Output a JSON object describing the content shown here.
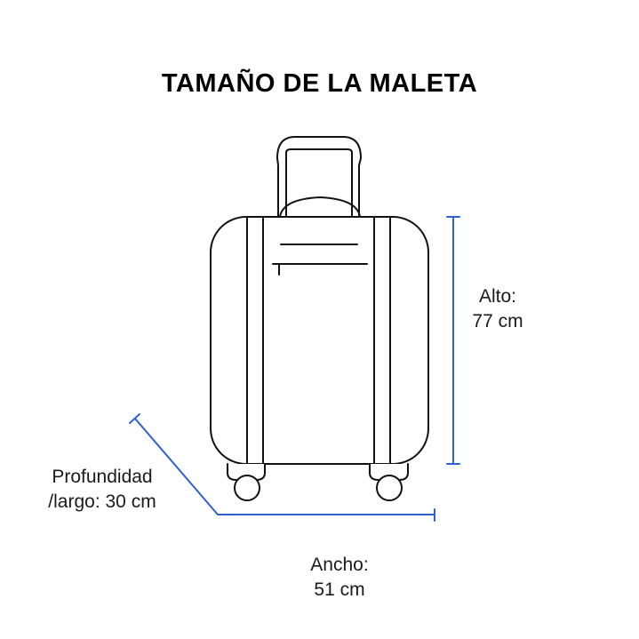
{
  "title": "TAMAÑO DE LA MALETA",
  "dimensions": {
    "alto": {
      "label": "Alto:",
      "value": "77 cm"
    },
    "ancho": {
      "label": "Ancho:",
      "value": "51 cm"
    },
    "profundidad": {
      "label": "Profundidad",
      "value": "/largo: 30 cm"
    }
  },
  "colors": {
    "outline": "#111111",
    "dimension_line": "#2f5fd0"
  },
  "icons": [
    "suitcase-icon"
  ]
}
